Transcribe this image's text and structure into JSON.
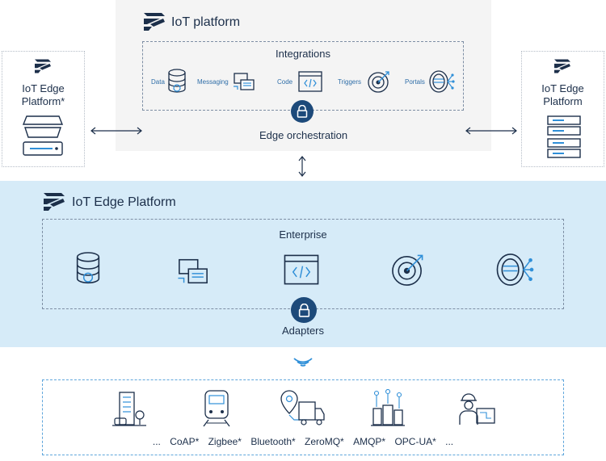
{
  "top_platform": {
    "title": "IoT platform",
    "integrations": {
      "title": "Integrations",
      "items": [
        "Data",
        "Messaging",
        "Code",
        "Triggers",
        "Portals"
      ]
    },
    "footer": "Edge orchestration"
  },
  "left_edge": {
    "title_line1": "IoT Edge",
    "title_line2": "Platform*"
  },
  "right_edge": {
    "title_line1": "IoT Edge",
    "title_line2": "Platform"
  },
  "edge_platform": {
    "title": "IoT Edge Platform",
    "enterprise_title": "Enterprise",
    "adapters_label": "Adapters"
  },
  "protocols": [
    "...",
    "CoAP*",
    "Zigbee*",
    "Bluetooth*",
    "ZeroMQ*",
    "AMQP*",
    "OPC-UA*",
    "..."
  ],
  "colors": {
    "navy": "#1c2f4a",
    "accent_blue": "#2f8fd8",
    "band": "#d6ebf8",
    "lock": "#1d4a7a"
  }
}
